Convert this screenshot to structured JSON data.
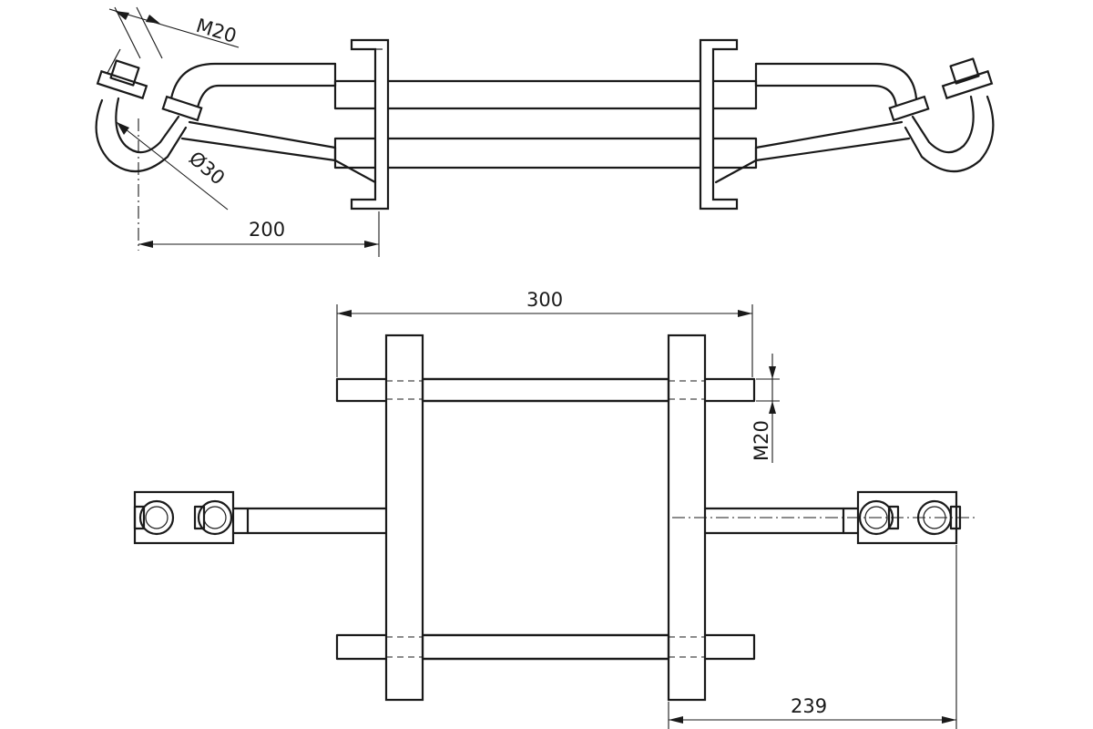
{
  "top_view": {
    "thread_label": "M20",
    "eye_diameter_label": "Ø30",
    "reach_label": "200"
  },
  "front_view": {
    "rod_length_label": "300",
    "thread_label": "M20",
    "offset_label": "239"
  },
  "colors": {
    "line": "#1a1a1a",
    "background": "#ffffff"
  }
}
